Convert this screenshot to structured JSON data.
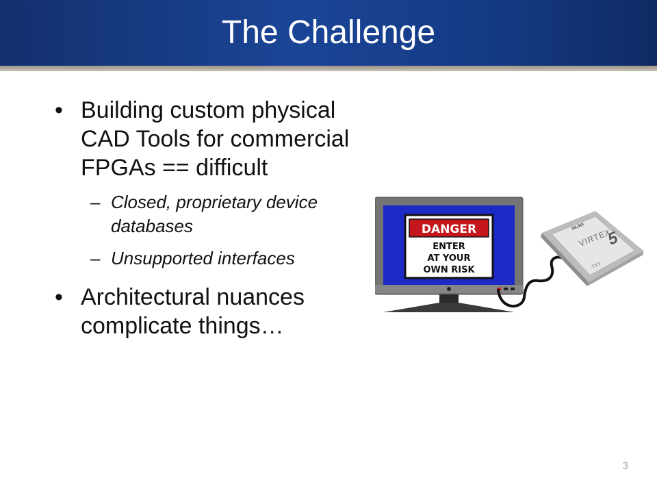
{
  "slide": {
    "title": "The Challenge",
    "bullets": [
      {
        "text": "Building custom physical CAD Tools for commercial FPGAs == difficult",
        "sub": [
          "Closed, proprietary device databases",
          "Unsupported interfaces"
        ]
      },
      {
        "text": "Architectural nuances complicate things…"
      }
    ],
    "bullet_glyph": "•",
    "sub_glyph": "–",
    "slide_number": "3"
  },
  "illustration": {
    "sign_header": "DANGER",
    "sign_lines": [
      "ENTER",
      "AT YOUR",
      "OWN RISK"
    ],
    "chip_brand": "XILINX",
    "chip_name": "VIRTEX",
    "chip_mark": "5",
    "chip_code": "TXT",
    "icons": [
      "monitor-icon",
      "cable-icon",
      "fpga-chip-icon"
    ],
    "colors": {
      "screen": "#1c2bc6",
      "sign_header": "#c4161c",
      "title_bar": "#1a4596"
    }
  }
}
